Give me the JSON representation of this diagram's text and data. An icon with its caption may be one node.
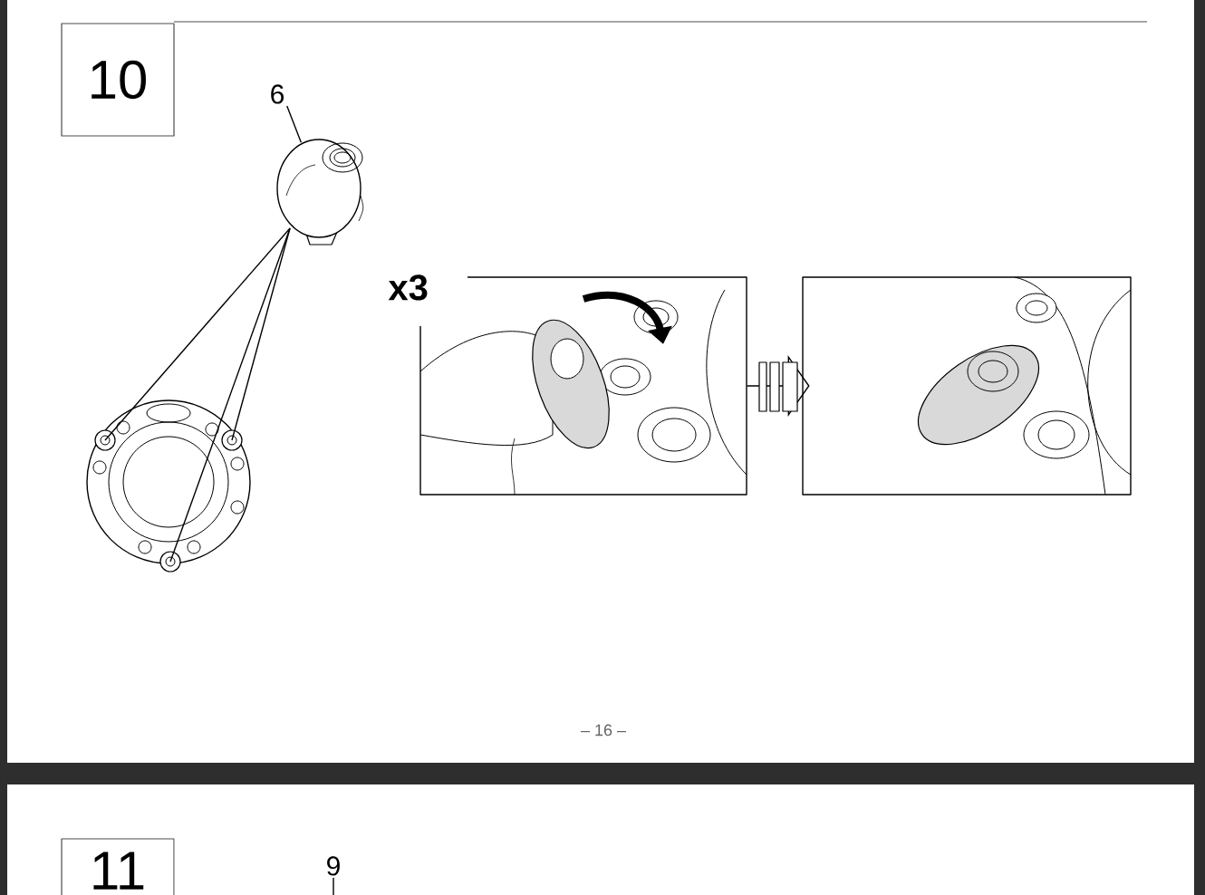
{
  "diagram": {
    "nodes": [
      {
        "text": [
          "10"
        ]
      },
      {
        "text": [
          "6"
        ]
      },
      {
        "text": [],
        "shape": "picture"
      },
      {
        "text": [],
        "shape": "picture"
      },
      {
        "text": [],
        "shape": "circle",
        "in": 3
      },
      {
        "text": [],
        "shape": "circle",
        "in": 3
      },
      {
        "text": [],
        "shape": "circle",
        "in": 3
      },
      {
        "text": [],
        "shape": "picture",
        "beside": [
          "x3"
        ]
      },
      {
        "text": [],
        "shape": "picture"
      },
      {
        "text": [
          "11"
        ]
      },
      {
        "text": [
          "9"
        ]
      }
    ],
    "edges": [
      {
        "from": 1,
        "to": 2,
        "arrow": "none"
      },
      {
        "from": 2,
        "to": 4,
        "arrow": "none"
      },
      {
        "from": 2,
        "to": 5,
        "arrow": "none"
      },
      {
        "from": 2,
        "to": 6,
        "arrow": "none"
      },
      {
        "from": 7,
        "to": 8,
        "arrow": "to"
      },
      {
        "from": 10,
        "to": null,
        "arrow": "none"
      }
    ],
    "labels": [
      "– 16 –"
    ]
  }
}
